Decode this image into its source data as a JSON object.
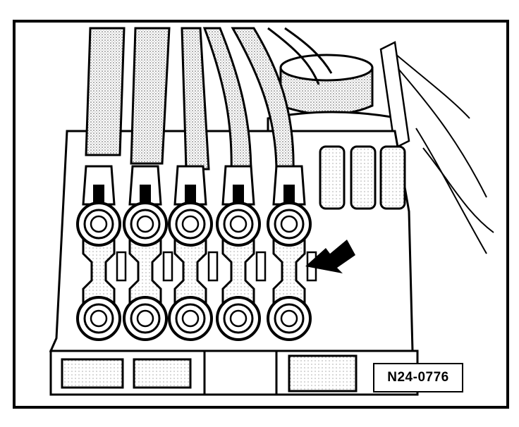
{
  "figure": {
    "reference_code": "N24-0776",
    "fuse_count": 5,
    "relay_count": 3,
    "colors": {
      "ink": "#000000",
      "paper": "#ffffff",
      "shade": "#cfcfcf"
    }
  }
}
